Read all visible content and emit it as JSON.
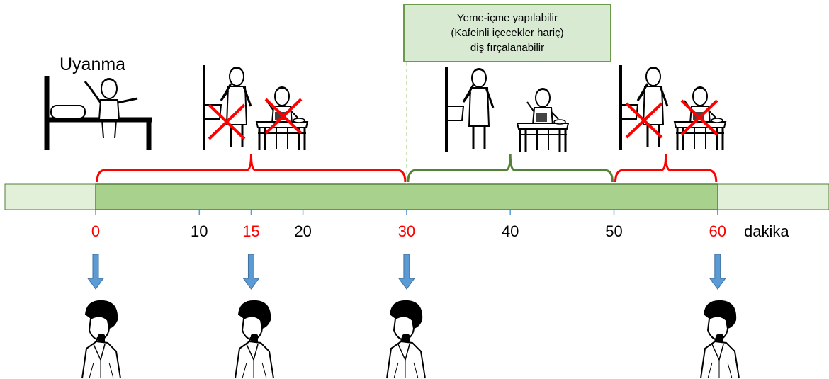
{
  "caption": {
    "line1": "Yeme-içme yapılabilir",
    "line2": "(Kafeinli içecekler hariç)",
    "line3": "diş fırçalanabilir"
  },
  "wake_label": "Uyanma",
  "unit_label": "dakika",
  "ticks": [
    {
      "value": 0,
      "label": "0",
      "color": "#ff0000"
    },
    {
      "value": 10,
      "label": "10",
      "color": "#000000"
    },
    {
      "value": 15,
      "label": "15",
      "color": "#ff0000"
    },
    {
      "value": 20,
      "label": "20",
      "color": "#000000"
    },
    {
      "value": 30,
      "label": "30",
      "color": "#ff0000"
    },
    {
      "value": 40,
      "label": "40",
      "color": "#000000"
    },
    {
      "value": 50,
      "label": "50",
      "color": "#000000"
    },
    {
      "value": 60,
      "label": "60",
      "color": "#ff0000"
    }
  ],
  "brackets": [
    {
      "from": 0,
      "to": 30,
      "color": "#ff0000",
      "allowed": false
    },
    {
      "from": 30,
      "to": 50,
      "color": "#538135",
      "allowed": true
    },
    {
      "from": 50,
      "to": 60,
      "color": "#ff0000",
      "allowed": false
    }
  ],
  "dose_times": [
    0,
    15,
    30,
    60
  ],
  "colors": {
    "bar_fill": "#a9d18e",
    "bar_light": "#e2efd9",
    "bar_border": "#538135",
    "forbidden": "#ff0000",
    "allowed": "#538135",
    "arrow": "#5b9bd5"
  },
  "icons": {
    "wake": "person-waking-in-bed-icon",
    "brushing": "person-brushing-teeth-icon",
    "eating": "person-eating-at-table-icon",
    "forbidden": "red-cross-icon",
    "inhaler": "person-using-inhaler-icon"
  }
}
